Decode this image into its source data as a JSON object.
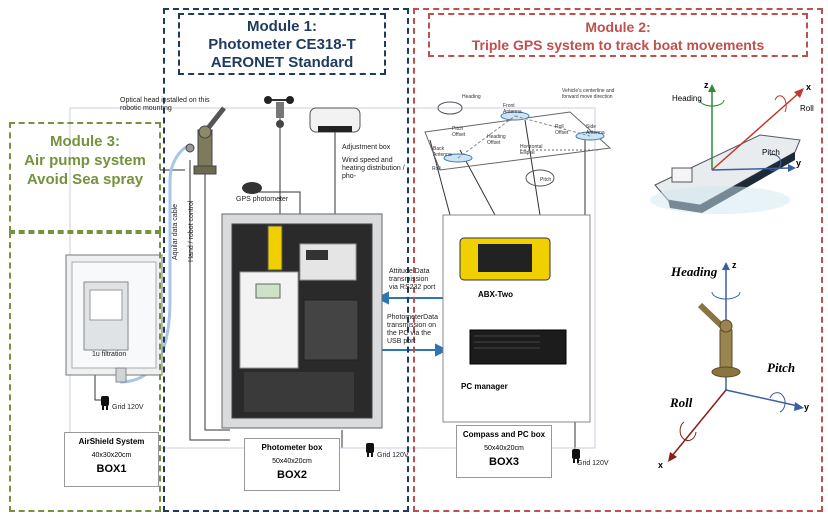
{
  "module1": {
    "title_line1": "Module 1:",
    "title_line2": "Photometer CE318-T",
    "title_line3": "AERONET Standard"
  },
  "module2": {
    "title_line1": "Module 2:",
    "title_line2": "Triple GPS system to track boat movements"
  },
  "module3": {
    "title_line1": "Module 3:",
    "title_line2": "Air pump system",
    "title_line3": "Avoid Sea spray"
  },
  "labels": {
    "optical_head": "Optical head installed on this robotic mounting",
    "adjustment_box": "Adjustment box",
    "wind_speed": "Wind speed and heating distribution / pho-",
    "gps_photometer": "GPS photometer",
    "aquilar_cable": "Aquilar data cable",
    "hand_control": "Hand / robot control",
    "filtration": "1u filtration",
    "grid_box1": "Grid 120V",
    "grid_box2": "Grid 120V",
    "grid_box3": "Grid 120V",
    "attitude_line1": "Attitude Data",
    "attitude_line2": "transmission",
    "attitude_line3": "via RS232 port",
    "photometer_line1": "PhotometerData",
    "photometer_line2": "transmission on",
    "photometer_line3": "the PC via the",
    "photometer_line4": "USB port",
    "abx_two": "ABX-Two",
    "pc_manager": "PC manager"
  },
  "boxes": [
    {
      "name": "AirShield System",
      "dims": "40x30x20cm",
      "id": "BOX1"
    },
    {
      "name": "Photometer box",
      "dims": "50x40x20cm",
      "id": "BOX2"
    },
    {
      "name": "Compass and PC box",
      "dims": "50x40x20cm",
      "id": "BOX3"
    }
  ],
  "antenna_diagram": {
    "heading": "Heading",
    "front_antenna": "Front Antenna",
    "vehicle_centerline": "Vehicle's centerline and forward move direction",
    "side_antenna": "Side Antenna",
    "roll_offset": "Roll Offset",
    "pitch_offset": "Pitch Offset",
    "back_antenna": "Back Antenna",
    "heading_offset": "Heading Offset",
    "horizontal_plane": "Horizontal Ellipse",
    "pitch": "Pitch",
    "roll": "Roll"
  },
  "ship_axes": {
    "z": "z",
    "heading": "Heading",
    "x": "x",
    "roll": "Roll",
    "pitch": "Pitch",
    "y": "y"
  },
  "robot_axes": {
    "heading": "Heading",
    "z": "z",
    "pitch": "Pitch",
    "roll": "Roll",
    "y": "y",
    "x": "x"
  },
  "colors": {
    "module1": "#1f3a5f",
    "module2": "#c0504d",
    "module3": "#76923c",
    "data_arrow": "#2e75b6"
  }
}
